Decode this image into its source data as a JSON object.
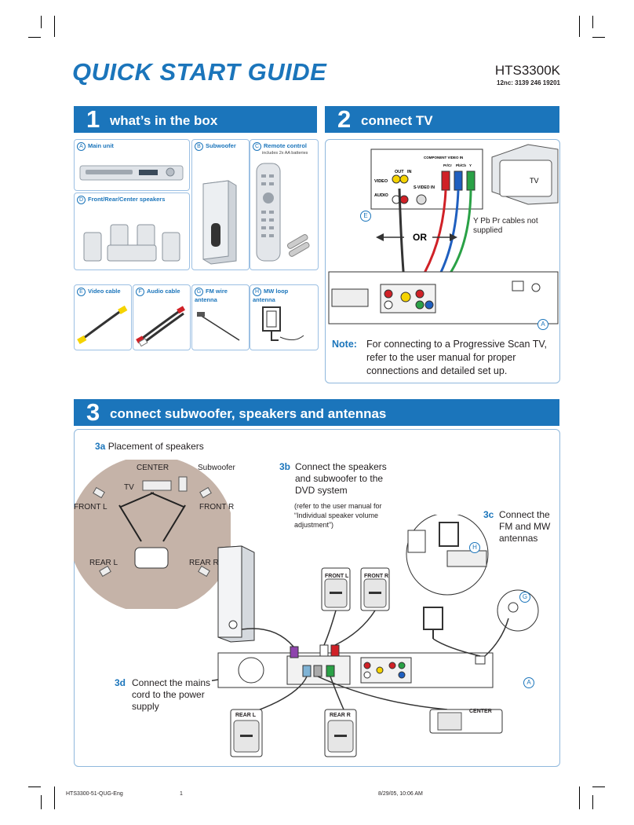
{
  "header": {
    "title": "QUICK START GUIDE",
    "model": "HTS3300K",
    "part_no": "12nc: 3139 246 19201"
  },
  "sec1": {
    "num": "1",
    "title": "what’s in the box",
    "items": [
      {
        "letter": "A",
        "label": "Main unit"
      },
      {
        "letter": "B",
        "label": "Subwoofer"
      },
      {
        "letter": "C",
        "label": "Remote control",
        "sub": "includes 2x AA batteries"
      },
      {
        "letter": "D",
        "label": "Front/Rear/Center speakers"
      },
      {
        "letter": "E",
        "label": "Video cable"
      },
      {
        "letter": "F",
        "label": "Audio cable"
      },
      {
        "letter": "G",
        "label": "FM wire antenna"
      },
      {
        "letter": "H",
        "label": "MW loop antenna"
      }
    ]
  },
  "sec2": {
    "num": "2",
    "title": "connect TV",
    "tv_label": "TV",
    "or_label": "OR",
    "ypbpr_note": "Y Pb Pr cables not supplied",
    "tag_e": "E",
    "tag_a": "A",
    "tv_panel": {
      "out": "OUT",
      "in": "IN",
      "video": "VIDEO",
      "audio": "AUDIO",
      "svideo": "S-VIDEO IN",
      "component": "COMPONENT VIDEO IN",
      "pr": "Pr/Cr",
      "pb": "Pb/Cb",
      "y": "Y"
    },
    "note_label": "Note:",
    "note_text": "For connecting to a Progressive Scan TV, refer to the user manual for proper connections and detailed set up."
  },
  "sec3": {
    "num": "3",
    "title": "connect subwoofer, speakers and antennas",
    "a_num": "3a",
    "a_text": "Placement of speakers",
    "b_num": "3b",
    "b_text": "Connect the speakers and subwoofer to the DVD system",
    "b_small": "(refer to the user manual for “Individual speaker volume adjustment”)",
    "c_num": "3c",
    "c_text": "Connect the FM and MW antennas",
    "d_num": "3d",
    "d_text": "Connect the mains cord to the power supply",
    "placement": {
      "center": "CENTER",
      "subwoofer": "Subwoofer",
      "tv": "TV",
      "front_l": "FRONT L",
      "front_r": "FRONT R",
      "rear_l": "REAR L",
      "rear_r": "REAR R"
    },
    "speaker_labels": {
      "front_l": "FRONT L",
      "front_r": "FRONT R",
      "rear_l": "REAR L",
      "rear_r": "REAR R",
      "center": "CENTER"
    },
    "tags": {
      "h": "H",
      "g": "G",
      "a": "A"
    }
  },
  "footer": {
    "file": "HTS3300-51-QUG-Eng",
    "page": "1",
    "date": "8/29/05, 10:06 AM"
  },
  "colors": {
    "accent": "#1b75bb",
    "placement_bg": "#c5b3a8"
  }
}
